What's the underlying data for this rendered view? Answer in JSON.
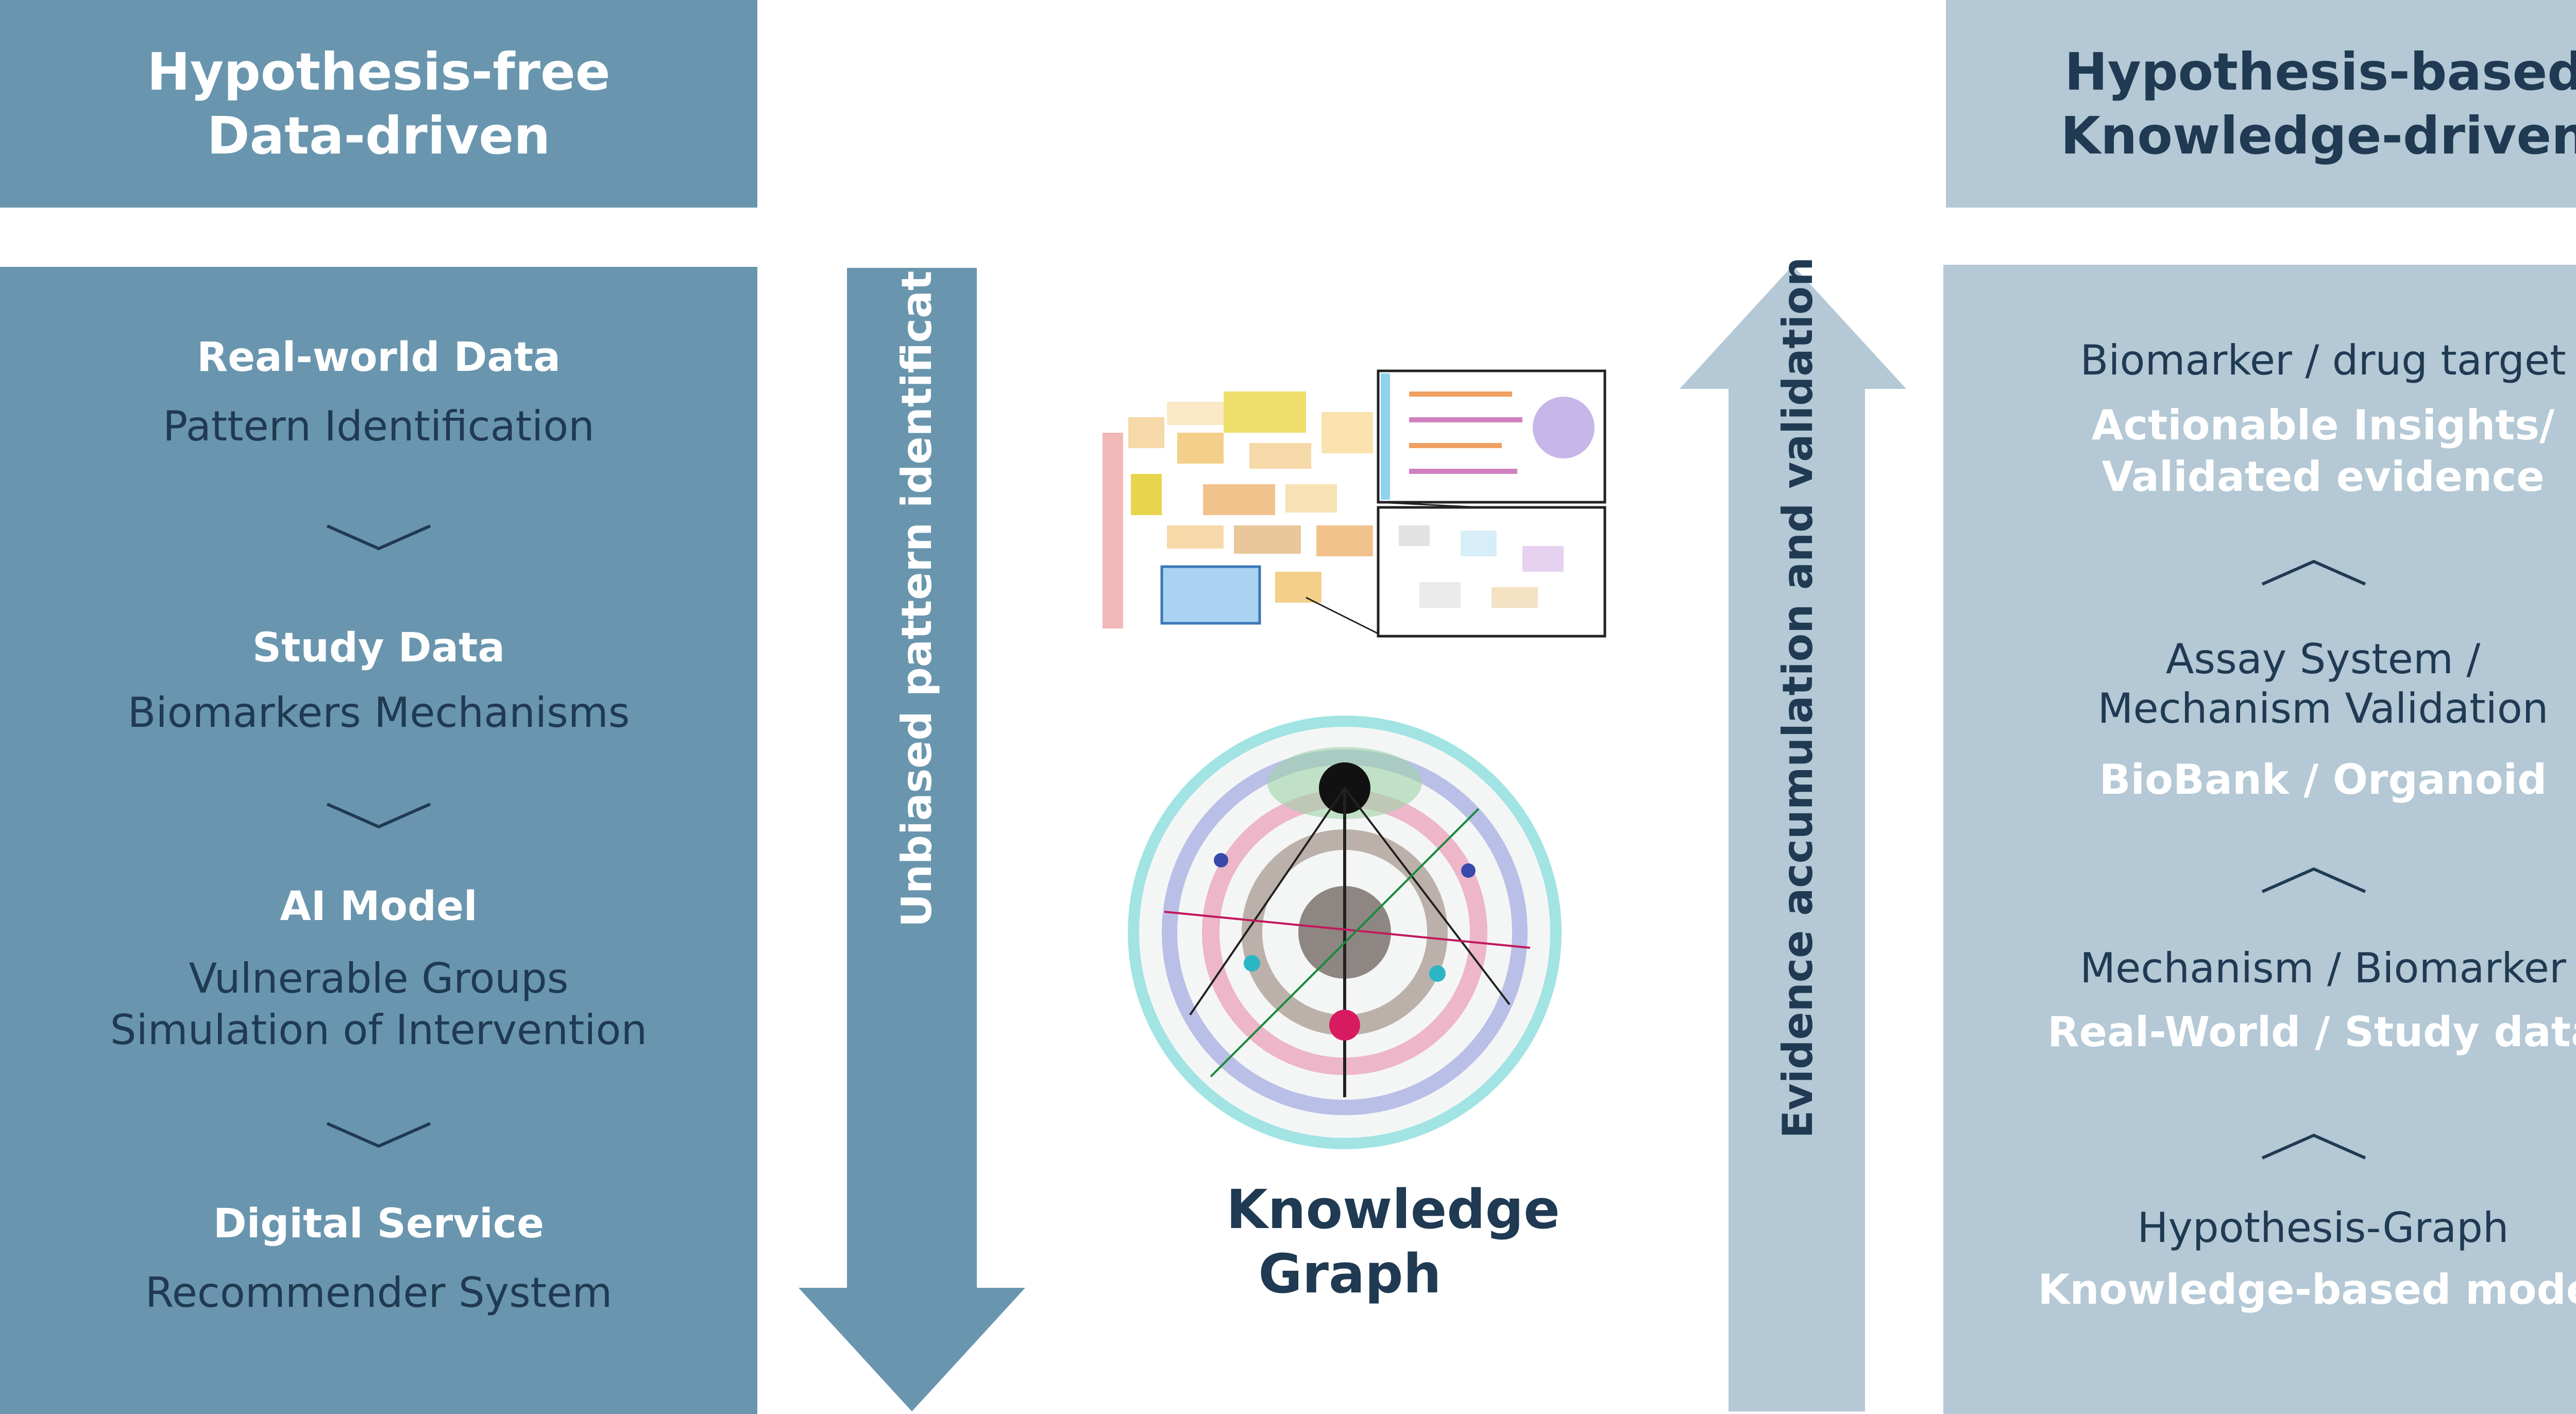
{
  "left_header": {
    "line1": "Hypothesis-free",
    "line2": "Data-driven"
  },
  "right_header": {
    "line1": "Hypothesis-based",
    "line2": "Knowledge-driven"
  },
  "left_panel": {
    "items": [
      {
        "title": "Real-world Data",
        "lines": [
          "Pattern Identification"
        ]
      },
      {
        "title": "Study Data",
        "lines": [
          "Biomarkers Mechanisms"
        ]
      },
      {
        "title": "AI Model",
        "lines": [
          "Vulnerable Groups",
          "Simulation of Intervention"
        ]
      },
      {
        "title": "Digital Service",
        "lines": [
          "Recommender System"
        ]
      }
    ]
  },
  "right_panel": {
    "items": [
      {
        "lines": [
          "Biomarker / drug target"
        ],
        "highlight": [
          "Actionable Insights/",
          "Validated evidence"
        ]
      },
      {
        "lines": [
          "Assay System /",
          "Mechanism Validation"
        ],
        "highlight": [
          "BioBank / Organoid"
        ]
      },
      {
        "lines": [
          "Mechanism / Biomarker"
        ],
        "highlight": [
          "Real-World / Study data"
        ]
      },
      {
        "lines": [
          "Hypothesis-Graph"
        ],
        "highlight": [
          "Knowledge-based model"
        ]
      }
    ]
  },
  "down_arrow_label": "Unbiased pattern identification and testing",
  "up_arrow_label": "Evidence accumulation and validation",
  "center": {
    "title_line1": "Knowledge",
    "title_line2": "Graph"
  },
  "colors": {
    "dark_panel": "#6996ae",
    "light_panel": "#b4c8d5",
    "dark_text": "#1f3a52",
    "white_text": "#ffffff"
  }
}
